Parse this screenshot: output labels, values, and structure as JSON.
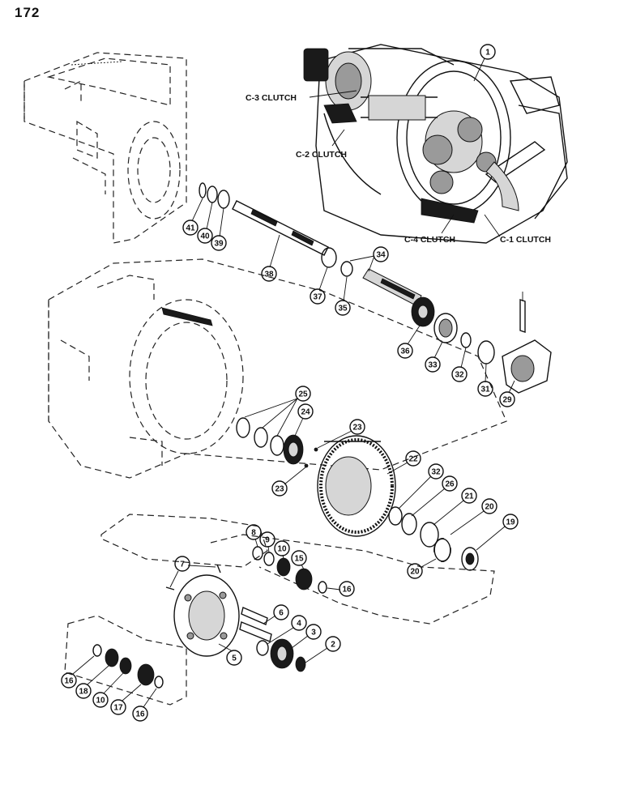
{
  "page": {
    "number": "172"
  },
  "clutch_labels": {
    "c3": "C-3 CLUTCH",
    "c2": "C-2 CLUTCH",
    "c4": "C-4 CLUTCH",
    "c1": "C-1 CLUTCH"
  },
  "callouts": {
    "p1": "1",
    "p41": "41",
    "p40": "40",
    "p39": "39",
    "p38": "38",
    "p34": "34",
    "p37": "37",
    "p35": "35",
    "p36": "36",
    "p33": "33",
    "p32a": "32",
    "p31": "31",
    "p29": "29",
    "p25": "25",
    "p24": "24",
    "p23a": "23",
    "p23b": "23",
    "p22": "22",
    "p32b": "32",
    "p26": "26",
    "p21": "21",
    "p20a": "20",
    "p20b": "20",
    "p19": "19",
    "p8": "8",
    "p9": "9",
    "p10a": "10",
    "p15": "15",
    "p16a": "16",
    "p7": "7",
    "p6": "6",
    "p4": "4",
    "p3": "3",
    "p2": "2",
    "p5": "5",
    "p16b": "16",
    "p18": "18",
    "p10b": "10",
    "p17": "17",
    "p16c": "16"
  }
}
